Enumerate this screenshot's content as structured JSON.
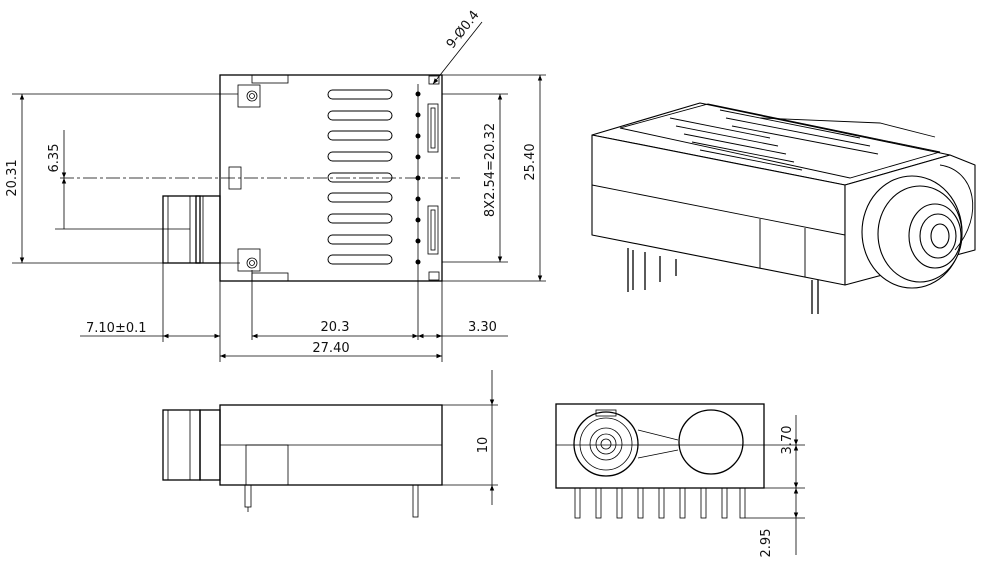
{
  "dimensions": {
    "hole_callout": "9-Ø0.4",
    "height_20_31": "20.31",
    "offset_6_35": "6.35",
    "pin_pitch": "8X2.54=20.32",
    "height_25_40": "25.40",
    "plug_length": "7.10±0.1",
    "span_20_3": "20.3",
    "edge_3_30": "3.30",
    "width_27_40": "27.40",
    "side_height": "10",
    "front_3_70": "3.70",
    "pin_2_95": "2.95"
  }
}
